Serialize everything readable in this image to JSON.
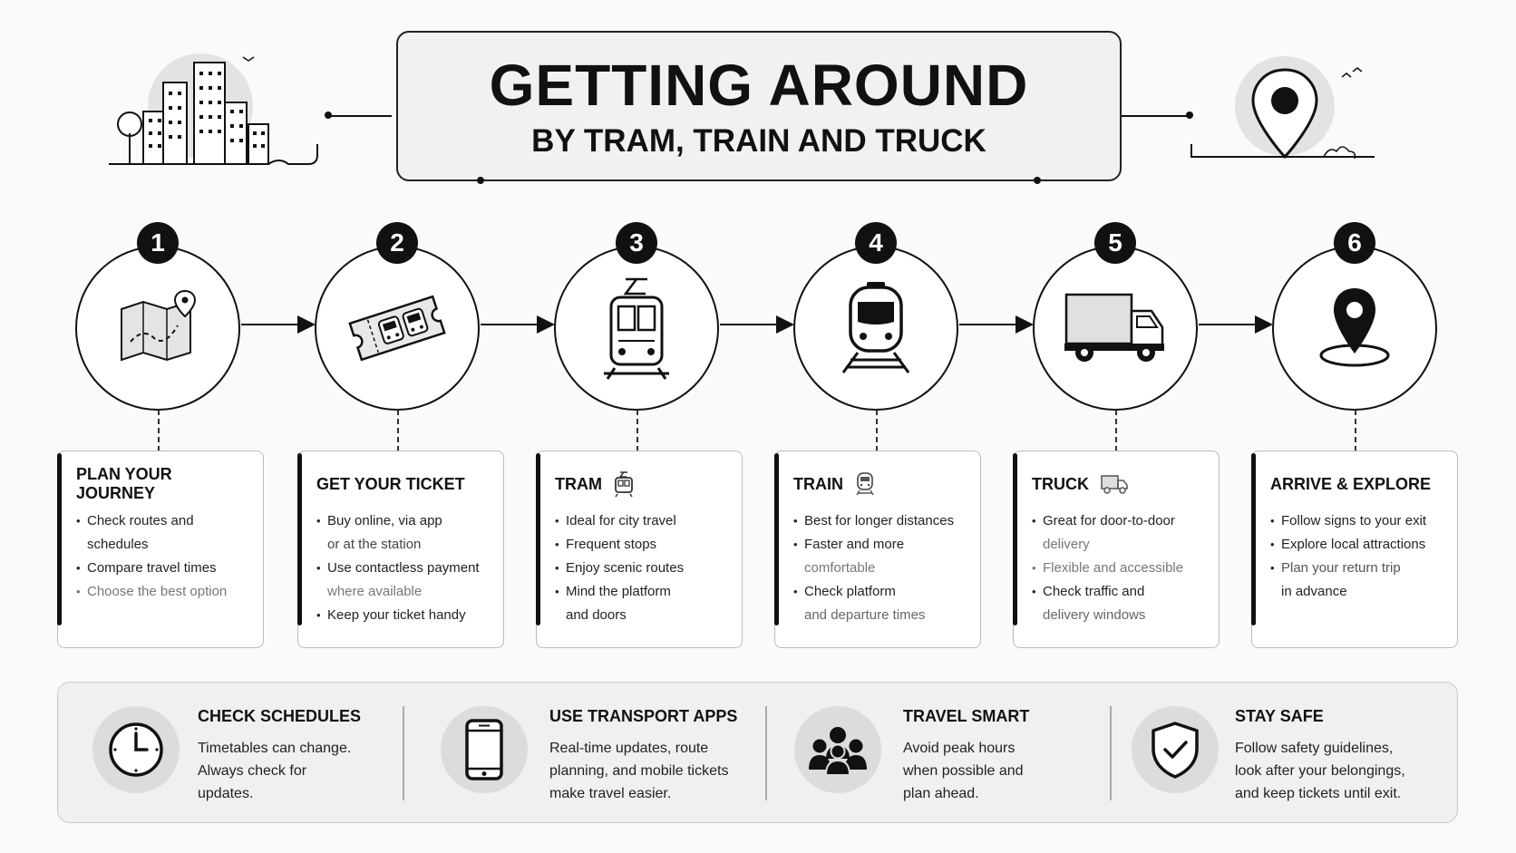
{
  "header": {
    "title": "GETTING AROUND",
    "subtitle": "BY TRAM, TRAIN AND TRUCK",
    "left_illustration": "city-skyline-icon",
    "right_illustration": "location-pin-icon"
  },
  "steps": [
    {
      "number": "1",
      "icon": "folded-map-icon",
      "title": "PLAN YOUR JOURNEY",
      "bullets": [
        {
          "lines": [
            "Check routes and schedules"
          ]
        },
        {
          "lines": [
            "Compare travel times"
          ]
        },
        {
          "lines": [
            "Choose the best option"
          ]
        }
      ]
    },
    {
      "number": "2",
      "icon": "ticket-icon",
      "title": "GET YOUR TICKET",
      "bullets": [
        {
          "lines": [
            "Buy online, via app",
            "or at the station"
          ]
        },
        {
          "lines": [
            "Use contactless payment",
            "where available"
          ]
        },
        {
          "lines": [
            "Keep your ticket handy"
          ]
        }
      ]
    },
    {
      "number": "3",
      "icon": "tram-icon",
      "title": "TRAM",
      "bullets": [
        {
          "lines": [
            "Ideal for city travel"
          ]
        },
        {
          "lines": [
            "Frequent stops"
          ]
        },
        {
          "lines": [
            "Enjoy scenic routes"
          ]
        },
        {
          "lines": [
            "Mind the platform",
            "and doors"
          ]
        }
      ]
    },
    {
      "number": "4",
      "icon": "train-icon",
      "title": "TRAIN",
      "bullets": [
        {
          "lines": [
            "Best for longer distances"
          ]
        },
        {
          "lines": [
            "Faster and more",
            "comfortable"
          ]
        },
        {
          "lines": [
            "Check platform",
            "and departure times"
          ]
        }
      ]
    },
    {
      "number": "5",
      "icon": "truck-icon",
      "title": "TRUCK",
      "bullets": [
        {
          "lines": [
            "Great for door-to-door",
            "delivery"
          ]
        },
        {
          "lines": [
            "Flexible and accessible"
          ]
        },
        {
          "lines": [
            "Check traffic and",
            "delivery windows"
          ]
        }
      ]
    },
    {
      "number": "6",
      "icon": "destination-pin-icon",
      "title": "ARRIVE & EXPLORE",
      "bullets": [
        {
          "lines": [
            "Follow signs to your exit"
          ]
        },
        {
          "lines": [
            "Explore local attractions"
          ]
        },
        {
          "lines": [
            "Plan your return trip",
            "in advance"
          ]
        }
      ]
    }
  ],
  "tips": [
    {
      "icon": "clock-icon",
      "title": "CHECK SCHEDULES",
      "text": "Timetables can change. Always check for updates."
    },
    {
      "icon": "smartphone-icon",
      "title": "USE TRANSPORT APPS",
      "text": "Real-time updates, route planning, and mobile tickets make travel easier."
    },
    {
      "icon": "group-icon",
      "title": "TRAVEL SMART",
      "text": "Avoid peak hours when possible and plan ahead."
    },
    {
      "icon": "shield-check-icon",
      "title": "STAY SAFE",
      "text": "Follow safety guidelines, look after your belongings, and keep tickets until exit."
    }
  ]
}
